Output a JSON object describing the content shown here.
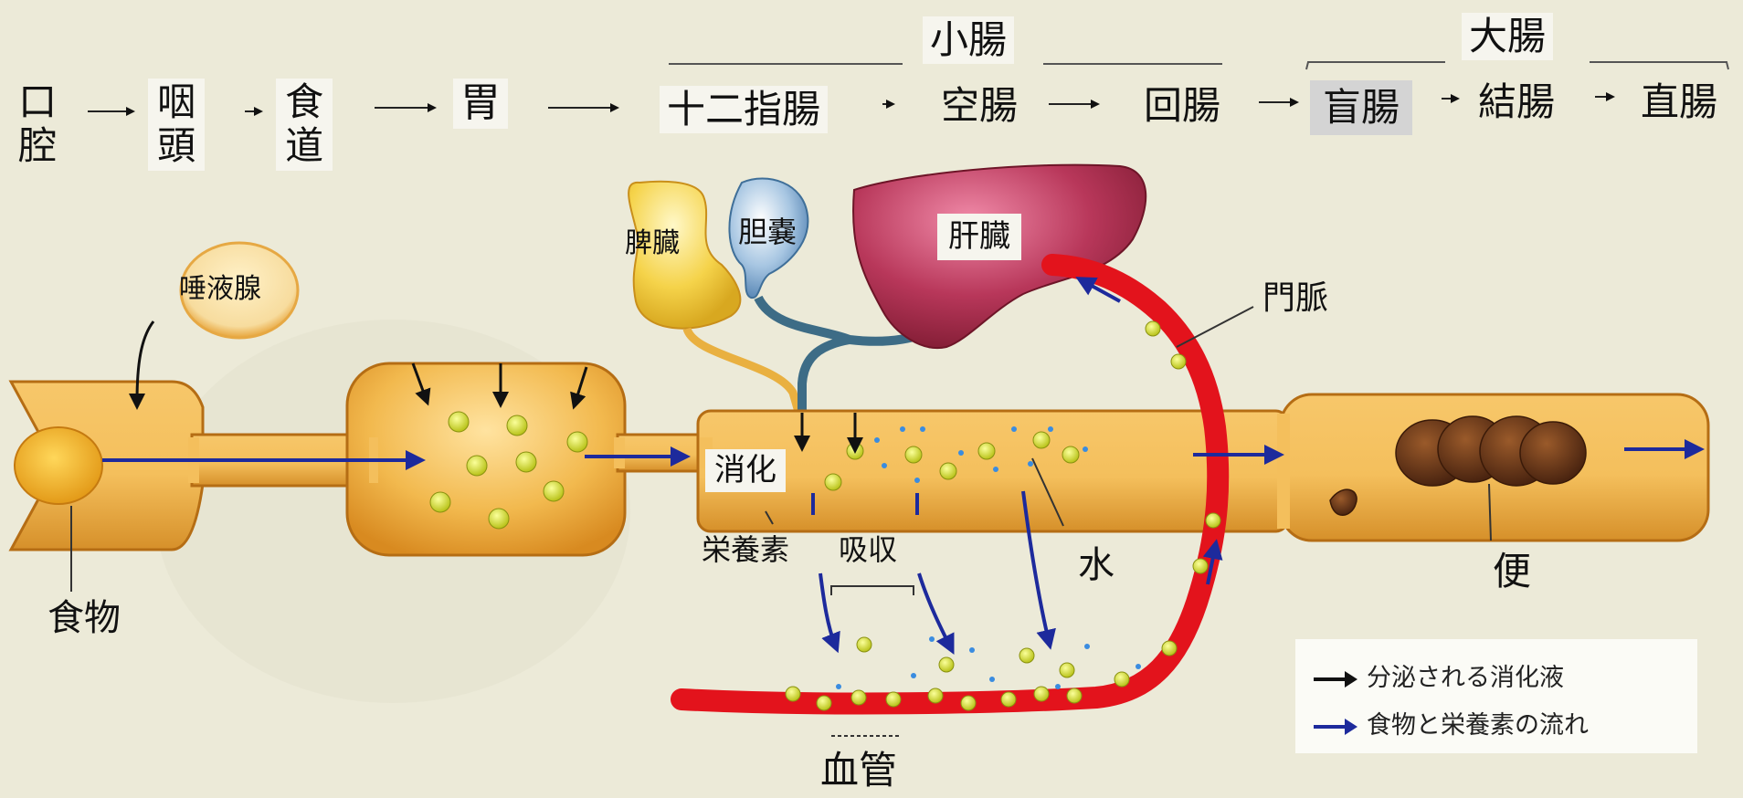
{
  "sequence": {
    "mouth": "口腔",
    "pharynx": "咽頭",
    "esophagus": "食道",
    "stomach": "胃",
    "duodenum": "十二指腸",
    "jejunum": "空腸",
    "ileum": "回腸",
    "cecum": "盲腸",
    "colon": "結腸",
    "rectum": "直腸",
    "small_intestine": "小腸",
    "large_intestine": "大腸"
  },
  "organs": {
    "pancreas": "脾臓",
    "gallbladder": "胆嚢",
    "liver": "肝臓",
    "salivary_gland": "唾液腺",
    "portal_vein": "門脈"
  },
  "process": {
    "food": "食物",
    "digestion": "消化",
    "nutrients": "栄養素",
    "absorption": "吸収",
    "water": "水",
    "feces": "便",
    "blood_vessel": "血管"
  },
  "legend": {
    "secreted": "分泌される消化液",
    "flow": "食物と栄養素の流れ"
  },
  "colors": {
    "tract": "#f2b94e",
    "tract_edge": "#b56d14",
    "blood": "#e3131c",
    "flow_arrow": "#1d2a9c",
    "secretion_arrow": "#111111",
    "nutrient": "#d7e02a",
    "liver": "#b2324e",
    "pancreas": "#f2c840",
    "gallbladder": "#87aed0",
    "background": "#ecead8"
  }
}
